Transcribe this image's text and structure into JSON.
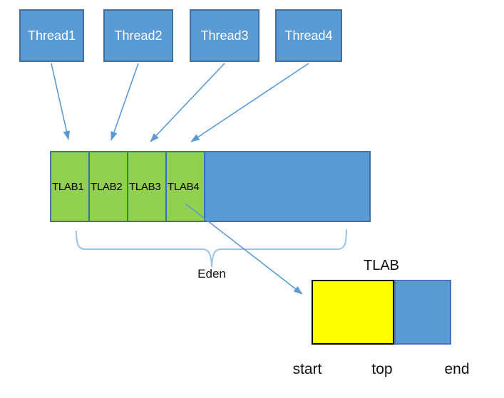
{
  "threads": [
    {
      "label": "Thread1"
    },
    {
      "label": "Thread2"
    },
    {
      "label": "Thread3"
    },
    {
      "label": "Thread4"
    }
  ],
  "eden": {
    "tlab_cells": [
      {
        "label": "TLAB1"
      },
      {
        "label": "TLAB2"
      },
      {
        "label": "TLAB3"
      },
      {
        "label": "TLAB4"
      }
    ],
    "brace_label": "Eden"
  },
  "tlab_detail": {
    "title": "TLAB",
    "pointer_labels": [
      {
        "label": "start"
      },
      {
        "label": "top"
      },
      {
        "label": "end"
      }
    ]
  },
  "colors": {
    "box_blue": "#5B9BD5",
    "box_blue_border": "#41719C",
    "tlab_green": "#92D050",
    "cell_border_blue": "#2E75B6",
    "arrow_blue": "#5B9BD5",
    "brace_blue": "#9DC3E6",
    "highlight_yellow": "#FFFF00",
    "free_border_blue": "#4472C4"
  }
}
